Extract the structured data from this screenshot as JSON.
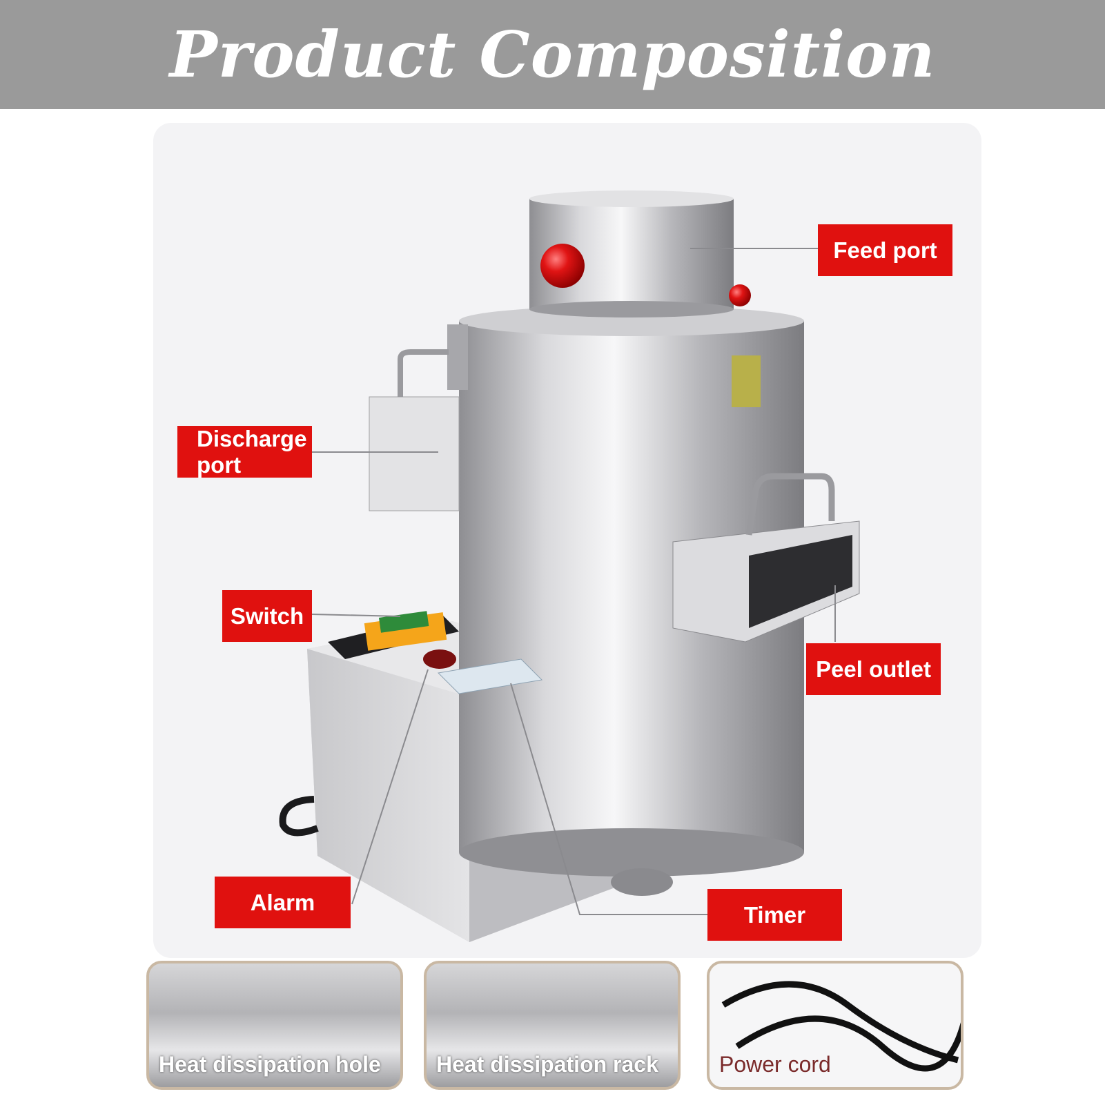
{
  "header": {
    "title": "Product Composition",
    "background": "#9a9a9a"
  },
  "labels": {
    "feed_port": "Feed port",
    "discharge_port_line1": "Discharge",
    "discharge_port_line2": "port",
    "switch": "Switch",
    "peel_outlet": "Peel outlet",
    "alarm": "Alarm",
    "timer": "Timer"
  },
  "label_color": "#e0110f",
  "thumbnails": [
    {
      "caption": "Heat dissipation hole"
    },
    {
      "caption": "Heat dissipation rack"
    },
    {
      "caption": "Power cord"
    }
  ]
}
